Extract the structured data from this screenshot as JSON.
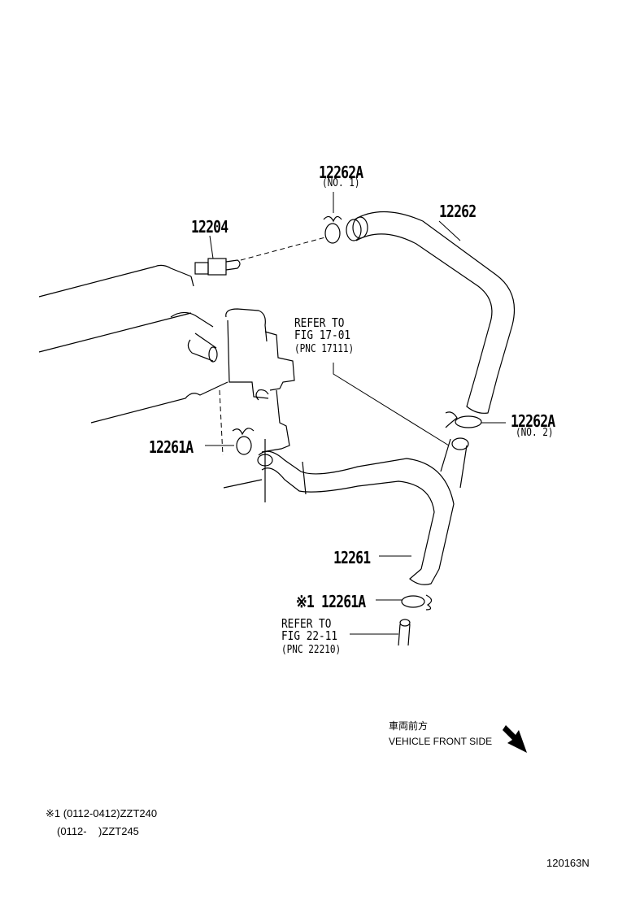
{
  "parts": {
    "p12262a_1": "12262A",
    "p12262a_1_sub": "(NO. 1)",
    "p12262": "12262",
    "p12204": "12204",
    "p12262a_2": "12262A",
    "p12262a_2_sub": "(NO. 2)",
    "p12261a_a": "12261A",
    "p12261": "12261",
    "p12261a_b": "※1 12261A"
  },
  "refs": {
    "ref1": {
      "line1": "REFER TO",
      "line2": "FIG 17-01",
      "line3": "(PNC 17111)"
    },
    "ref2": {
      "line1": "REFER TO",
      "line2": "FIG 22-11",
      "line3": "(PNC 22210)"
    }
  },
  "direction": {
    "japanese": "車両前方",
    "english": "VEHICLE FRONT SIDE"
  },
  "footnote": {
    "line1": "※1 (0112-0412)ZZT240",
    "line2": "(0112-    )ZZT245"
  },
  "illustration_code": "120163N",
  "colors": {
    "ink": "#000000",
    "paper": "#ffffff"
  },
  "icons": [
    "front-direction-arrow-icon"
  ]
}
